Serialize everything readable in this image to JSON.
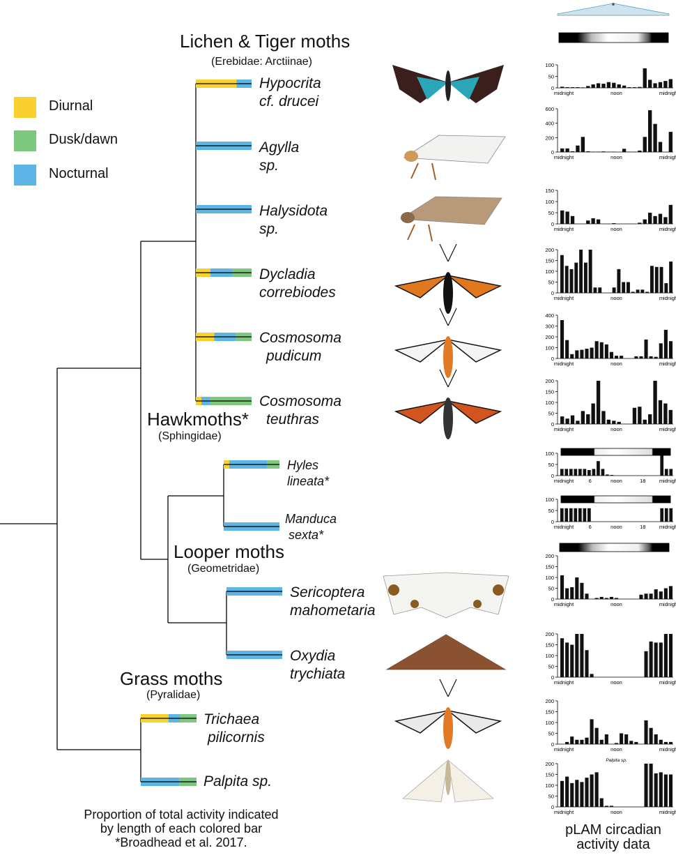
{
  "legend": {
    "items": [
      {
        "label": "Diurnal",
        "color": "#f9d12f"
      },
      {
        "label": "Dusk/dawn",
        "color": "#7ec77e"
      },
      {
        "label": "Nocturnal",
        "color": "#5db5e6"
      }
    ]
  },
  "families": [
    {
      "name": "Lichen & Tiger moths",
      "sub": "(Erebidae: Arctiinae)"
    },
    {
      "name": "Hawkmoths*",
      "sub": "(Sphingidae)"
    },
    {
      "name": "Looper moths",
      "sub": "(Geometridae)"
    },
    {
      "name": "Grass moths",
      "sub": "(Pyralidae)"
    }
  ],
  "species": [
    {
      "line1": "Hypocrita",
      "line2": "cf. drucei",
      "activity": {
        "diurnal": 0.73,
        "nocturnal": 0.27,
        "dusk_dawn": 0
      },
      "bar_order": [
        "diurnal",
        "nocturnal"
      ]
    },
    {
      "line1": "Agylla",
      "line2": "sp.",
      "activity": {
        "diurnal": 0,
        "nocturnal": 1.0,
        "dusk_dawn": 0
      },
      "bar_order": [
        "nocturnal"
      ]
    },
    {
      "line1": "Halysidota",
      "line2": "sp.",
      "activity": {
        "diurnal": 0,
        "nocturnal": 1.0,
        "dusk_dawn": 0
      },
      "bar_order": [
        "nocturnal"
      ]
    },
    {
      "line1": "Dycladia",
      "line2": "correbiodes",
      "activity": {
        "diurnal": 0.26,
        "nocturnal": 0.4,
        "dusk_dawn": 0.34
      },
      "bar_order": [
        "diurnal",
        "nocturnal",
        "dusk_dawn"
      ]
    },
    {
      "line1": "Cosmosoma",
      "line2": "pudicum",
      "activity": {
        "diurnal": 0.33,
        "nocturnal": 0.39,
        "dusk_dawn": 0.28
      },
      "bar_order": [
        "diurnal",
        "nocturnal",
        "dusk_dawn"
      ]
    },
    {
      "line1": "Cosmosoma",
      "line2": "teuthras",
      "activity": {
        "diurnal": 0.1,
        "nocturnal": 0.16,
        "dusk_dawn": 0.74
      },
      "bar_order": [
        "diurnal",
        "nocturnal",
        "dusk_dawn"
      ]
    },
    {
      "line1": "Hyles",
      "line2": "lineata*",
      "activity": {
        "diurnal": 0.1,
        "nocturnal": 0.68,
        "dusk_dawn": 0.22
      },
      "bar_order": [
        "diurnal",
        "nocturnal",
        "dusk_dawn"
      ]
    },
    {
      "line1": "Manduca",
      "line2": "sexta*",
      "activity": {
        "diurnal": 0,
        "nocturnal": 1.0,
        "dusk_dawn": 0
      },
      "bar_order": [
        "nocturnal"
      ]
    },
    {
      "line1": "Sericoptera",
      "line2": "mahometaria",
      "activity": {
        "diurnal": 0,
        "nocturnal": 1.0,
        "dusk_dawn": 0
      },
      "bar_order": [
        "nocturnal"
      ]
    },
    {
      "line1": "Oxydia",
      "line2": "trychiata",
      "activity": {
        "diurnal": 0,
        "nocturnal": 1.0,
        "dusk_dawn": 0
      },
      "bar_order": [
        "nocturnal"
      ]
    },
    {
      "line1": "Trichaea",
      "line2": "pilicornis",
      "activity": {
        "diurnal": 0.5,
        "nocturnal": 0.2,
        "dusk_dawn": 0.3
      },
      "bar_order": [
        "diurnal",
        "nocturnal",
        "dusk_dawn"
      ]
    },
    {
      "line1": "Palpita sp.",
      "line2": "",
      "activity": {
        "diurnal": 0,
        "nocturnal": 0.69,
        "dusk_dawn": 0.31
      },
      "bar_order": [
        "nocturnal",
        "dusk_dawn"
      ]
    }
  ],
  "caption_left": {
    "line1": "Proportion of total activity indicated",
    "line2": "by length of each colored bar",
    "line3": "*Broadhead et al. 2017."
  },
  "caption_right": {
    "line1": "pLAM circadian",
    "line2": "activity data"
  },
  "colors": {
    "bar": "#111111",
    "tree": "#000000"
  },
  "chart_data": [
    {
      "type": "bar",
      "species": "Hypocrita cf. drucei",
      "ylim": [
        0,
        100
      ],
      "yticks": [
        0,
        50,
        100
      ],
      "xticklabels": [
        "midnight",
        "noon",
        "midnight"
      ],
      "values": [
        5,
        3,
        3,
        3,
        2,
        8,
        15,
        20,
        18,
        25,
        22,
        15,
        10,
        3,
        3,
        4,
        85,
        35,
        20,
        25,
        30,
        38
      ]
    },
    {
      "type": "bar",
      "species": "Agylla sp.",
      "ylim": [
        0,
        600
      ],
      "yticks": [
        0,
        200,
        400,
        600
      ],
      "xticklabels": [
        "midnight",
        "noon",
        "midnight"
      ],
      "values": [
        50,
        50,
        10,
        90,
        210,
        10,
        5,
        5,
        8,
        5,
        5,
        0,
        45,
        5,
        5,
        20,
        210,
        580,
        390,
        140,
        0,
        280
      ]
    },
    {
      "type": "bar",
      "species": "Halysidota sp.",
      "ylim": [
        0,
        150
      ],
      "yticks": [
        0,
        50,
        100,
        150
      ],
      "xticklabels": [
        "midnight",
        "noon",
        "midnight"
      ],
      "values": [
        60,
        55,
        35,
        0,
        0,
        15,
        25,
        20,
        0,
        0,
        3,
        0,
        0,
        0,
        0,
        5,
        20,
        50,
        35,
        45,
        30,
        85
      ]
    },
    {
      "type": "bar",
      "species": "Dycladia correbiodes",
      "ylim": [
        0,
        200
      ],
      "yticks": [
        0,
        50,
        100,
        150,
        200
      ],
      "xticklabels": [
        "midnight",
        "noon",
        "midnight"
      ],
      "values": [
        175,
        125,
        110,
        140,
        200,
        140,
        200,
        25,
        25,
        0,
        0,
        25,
        110,
        50,
        50,
        5,
        15,
        15,
        5,
        125,
        120,
        120,
        45,
        145
      ]
    },
    {
      "type": "bar",
      "species": "Cosmosoma pudicum",
      "ylim": [
        0,
        400
      ],
      "yticks": [
        0,
        100,
        200,
        300,
        400
      ],
      "xticklabels": [
        "midnight",
        "noon",
        "midnight"
      ],
      "values": [
        355,
        170,
        40,
        75,
        80,
        90,
        100,
        160,
        150,
        130,
        60,
        25,
        25,
        0,
        0,
        20,
        20,
        175,
        20,
        15,
        140,
        265,
        160
      ]
    },
    {
      "type": "bar",
      "species": "Cosmosoma teuthras",
      "ylim": [
        0,
        200
      ],
      "yticks": [
        0,
        50,
        100,
        150,
        200
      ],
      "xticklabels": [
        "midnight",
        "noon",
        "midnight"
      ],
      "values": [
        35,
        25,
        40,
        15,
        60,
        45,
        95,
        200,
        60,
        20,
        15,
        10,
        0,
        0,
        75,
        80,
        20,
        45,
        200,
        110,
        95,
        65
      ]
    },
    {
      "type": "bar",
      "species": "Hyles lineata*",
      "ylim": [
        0,
        100
      ],
      "yticks": [
        0,
        50,
        100
      ],
      "xticklabels": [
        "midnight",
        "6",
        "noon",
        "18",
        "midnight"
      ],
      "values": [
        30,
        30,
        30,
        30,
        30,
        30,
        25,
        30,
        65,
        30,
        5,
        3,
        0,
        0,
        0,
        0,
        0,
        0,
        0,
        0,
        0,
        0,
        95,
        30,
        30
      ]
    },
    {
      "type": "bar",
      "species": "Manduca sexta*",
      "ylim": [
        0,
        100
      ],
      "yticks": [
        0,
        50,
        100
      ],
      "xticklabels": [
        "midnight",
        "6",
        "noon",
        "18",
        "midnight"
      ],
      "values": [
        60,
        60,
        60,
        60,
        60,
        60,
        60,
        0,
        0,
        0,
        0,
        0,
        0,
        0,
        0,
        0,
        0,
        0,
        0,
        0,
        0,
        0,
        60,
        60,
        60
      ]
    },
    {
      "type": "bar",
      "species": "Sericoptera mahometaria",
      "ylim": [
        0,
        200
      ],
      "yticks": [
        0,
        50,
        100,
        150,
        200
      ],
      "xticklabels": [
        "midnight",
        "noon",
        "midnight"
      ],
      "values": [
        110,
        50,
        55,
        100,
        75,
        25,
        0,
        5,
        10,
        5,
        10,
        5,
        0,
        0,
        0,
        0,
        20,
        25,
        25,
        45,
        35,
        50,
        60
      ]
    },
    {
      "type": "bar",
      "species": "Oxydia trychiata",
      "ylim": [
        0,
        200
      ],
      "yticks": [
        0,
        50,
        100,
        150,
        200
      ],
      "xticklabels": [
        "midnight",
        "noon",
        "midnight"
      ],
      "values": [
        180,
        160,
        150,
        200,
        200,
        125,
        15,
        0,
        0,
        0,
        0,
        0,
        0,
        0,
        0,
        0,
        0,
        120,
        165,
        160,
        160,
        200,
        200
      ]
    },
    {
      "type": "bar",
      "species": "Trichaea pilicornis",
      "ylim": [
        0,
        200
      ],
      "yticks": [
        0,
        50,
        100,
        150,
        200
      ],
      "xticklabels": [
        "midnight",
        "noon",
        "midnight"
      ],
      "values": [
        0,
        10,
        35,
        20,
        20,
        30,
        115,
        75,
        20,
        45,
        0,
        5,
        50,
        45,
        15,
        10,
        0,
        110,
        75,
        45,
        20,
        10,
        10
      ]
    },
    {
      "type": "bar",
      "species": "Palpita sp.",
      "title": "Palpita sp.",
      "ylim": [
        0,
        200
      ],
      "yticks": [
        0,
        50,
        100,
        150,
        200
      ],
      "xticklabels": [
        "midnight",
        "noon",
        "midnight"
      ],
      "values": [
        120,
        140,
        110,
        125,
        115,
        135,
        150,
        160,
        40,
        5,
        5,
        0,
        0,
        0,
        0,
        0,
        0,
        200,
        200,
        155,
        160,
        150,
        150
      ]
    }
  ]
}
